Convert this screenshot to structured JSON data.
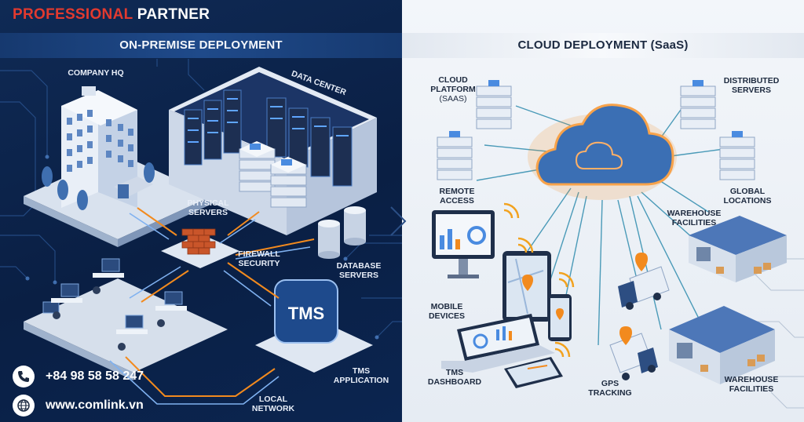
{
  "brand": {
    "word1": "PROFESSIONAL",
    "word2": "PARTNER"
  },
  "on_premise": {
    "title": "ON-PREMISE DEPLOYMENT",
    "labels": {
      "company_hq": "COMPANY HQ",
      "data_center": "DATA CENTER",
      "physical_servers": [
        "PHYSICAL",
        "SERVERS"
      ],
      "firewall": [
        "FIREWALL",
        "SECURITY"
      ],
      "database_servers": [
        "DATABASE",
        "SERVERS"
      ],
      "tms_application": [
        "TMS",
        "APPLICATION"
      ],
      "local_network": [
        "LOCAL",
        "NETWORK"
      ],
      "tms_logo": "TMS"
    }
  },
  "cloud": {
    "title": "CLOUD DEPLOYMENT (SaaS)",
    "labels": {
      "cloud_platform": [
        "CLOUD",
        "PLATFORM",
        "(SaaS)"
      ],
      "distributed_servers": [
        "DISTRIBUTED",
        "SERVERS"
      ],
      "remote_access": [
        "REMOTE",
        "ACCESS"
      ],
      "global_locations": [
        "GLOBAL",
        "LOCATIONS"
      ],
      "warehouse_top": [
        "WAREHOUSE",
        "FACILITIES"
      ],
      "mobile_devices": [
        "MOBILE",
        "DEVICES"
      ],
      "tms_dashboard": [
        "TMS",
        "DASHBOARD"
      ],
      "gps_tracking": [
        "GPS",
        "TRACKING"
      ],
      "warehouse_bottom": [
        "WAREHOUSE",
        "FACILITIES"
      ]
    }
  },
  "contact": {
    "phone": "+84 98 58 58 247",
    "website": "www.comlink.vn"
  },
  "colors": {
    "brand_red": "#e23a2f",
    "orange_accent": "#f28a1e",
    "navy": "#0b1d3a",
    "cloud_blue": "#3b6fb4"
  }
}
